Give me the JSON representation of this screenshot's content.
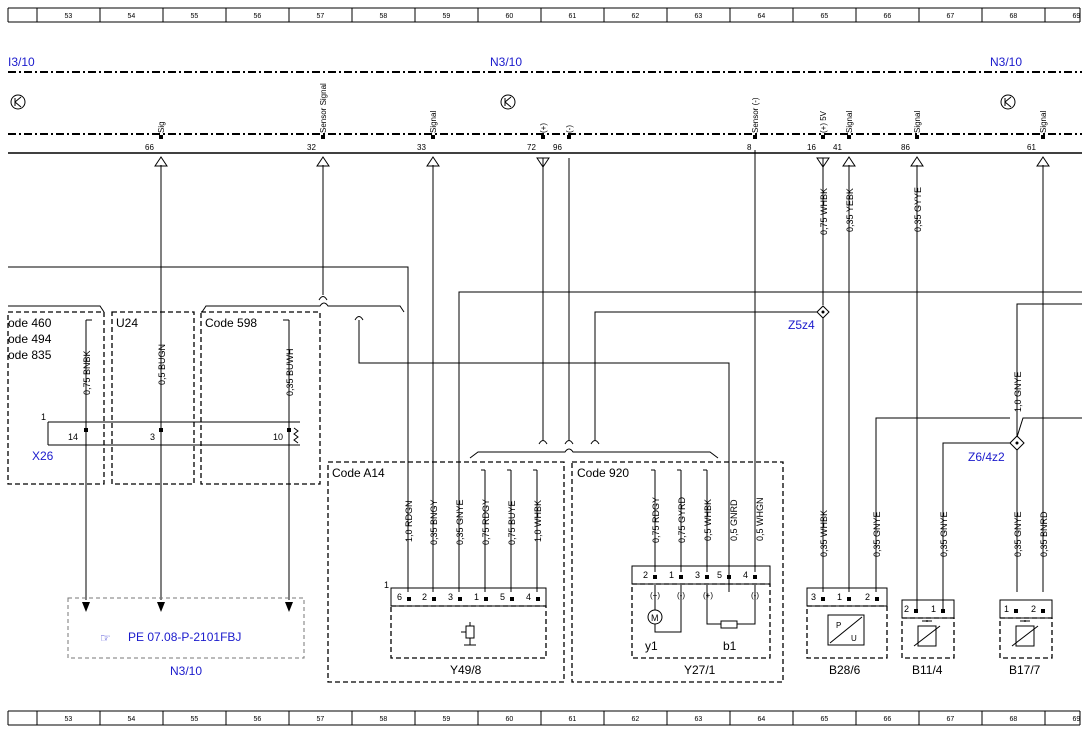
{
  "ruler": {
    "columns": [
      "53",
      "54",
      "55",
      "56",
      "57",
      "58",
      "59",
      "60",
      "61",
      "62",
      "63",
      "64",
      "65",
      "66",
      "67",
      "68",
      "69"
    ]
  },
  "modules": {
    "left": "I3/10",
    "center": "N3/10",
    "right": "N3/10"
  },
  "connector": {
    "pins": [
      {
        "num": "66",
        "signal": "Sig"
      },
      {
        "num": "32",
        "signal": "Sensor Signal"
      },
      {
        "num": "33",
        "signal": "Signal"
      },
      {
        "num": "72",
        "signal": "(+)"
      },
      {
        "num": "96",
        "signal": "(-)"
      },
      {
        "num": "8",
        "signal": "Sensor (-)"
      },
      {
        "num": "16",
        "signal": "(+) 5V"
      },
      {
        "num": "41",
        "signal": "Signal"
      },
      {
        "num": "86",
        "signal": "Signal"
      },
      {
        "num": "61",
        "signal": "Signal"
      }
    ]
  },
  "codes": {
    "left_list": [
      "ode 460",
      "ode 494",
      "ode 835"
    ],
    "u24": "U24",
    "c598": "Code 598",
    "a14": "Code A14",
    "c920": "Code 920"
  },
  "wires": {
    "w_bnbk": "0,75 BNBK",
    "w_bugn": "0,5 BUGN",
    "w_buwh": "0,35 BUWH",
    "w_rdgn": "1,0 RDGN",
    "w_bngy": "0,35 BNGY",
    "w_gnye_a": "0,35 GNYE",
    "w_rdgy_a": "0,75 RDGY",
    "w_buye": "0,75 BUYE",
    "w_whbk_a": "1,0 WHBK",
    "w_rdgy_b": "0,75 RDGY",
    "w_gyrd": "0,75 GYRD",
    "w_whbk_b": "0,5 WHBK",
    "w_gnrd": "0,5 GNRD",
    "w_whgn": "0,5 WHGN",
    "w_whbk_top": "0,75 WHBK",
    "w_yebk": "0,35 YEBK",
    "w_gyye": "0,35 GYYE",
    "w_gnye_1": "1,0 GNYE",
    "w_whbk_c": "0,35 WHBK",
    "w_gnye_b28": "0,35 GNYE",
    "w_gnye_b11": "0,35 GNYE",
    "w_gnye_b17": "0,35 GNYE",
    "w_bnrd": "0,35 BNRD"
  },
  "x26": {
    "label": "X26",
    "pin_one": "1",
    "pins": [
      "14",
      "3",
      "10"
    ]
  },
  "splices": {
    "z5": "Z5z4",
    "z6": "Z6/4z2"
  },
  "reference": {
    "icon": "☞",
    "text": "PE 07.08-P-2101FBJ",
    "module": "N3/10"
  },
  "components": {
    "y49": {
      "label": "Y49/8",
      "connector_num": "1",
      "pins": [
        "6",
        "2",
        "3",
        "1",
        "5",
        "4"
      ]
    },
    "y27": {
      "label": "Y27/1",
      "pins": [
        "2",
        "1",
        "3",
        "5",
        "4"
      ],
      "sub_motor": "y1",
      "sub_sensor": "b1",
      "plus": "(+)",
      "minus": "(-)"
    },
    "b28": {
      "label": "B28/6",
      "pins": [
        "3",
        "1",
        "2"
      ],
      "p": "P",
      "u": "U"
    },
    "b11": {
      "label": "B11/4",
      "pins": [
        "2",
        "1"
      ]
    },
    "b17": {
      "label": "B17/7",
      "pins": [
        "1",
        "2"
      ]
    }
  }
}
